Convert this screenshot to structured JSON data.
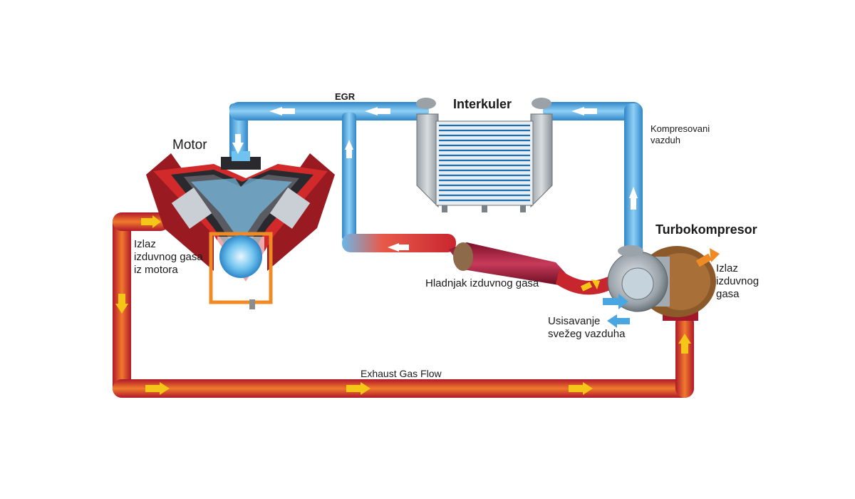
{
  "labels": {
    "egr": "EGR",
    "intercooler": "Interkuler",
    "compressed_air": [
      "Kompresovani",
      "vazduh"
    ],
    "motor": "Motor",
    "turbo": "Turbokompresor",
    "engine_exhaust": [
      "Izlaz",
      "izduvnog gasa",
      "iz motora"
    ],
    "egr_cooler": "Hladnjak izduvnog gasa",
    "exhaust_out": [
      "Izlaz",
      "izduvnog",
      "gasa"
    ],
    "fresh_air": [
      "Usisavanje",
      "svežeg vazduha"
    ],
    "exhaust_flow": "Exhaust Gas Flow"
  },
  "colors": {
    "cold_pipe": "#4aa6e0",
    "hot_pipe": "#c8262e",
    "arrow_white": "#ffffff",
    "arrow_yellow": "#f5c518",
    "arrow_orange": "#f08a24"
  }
}
